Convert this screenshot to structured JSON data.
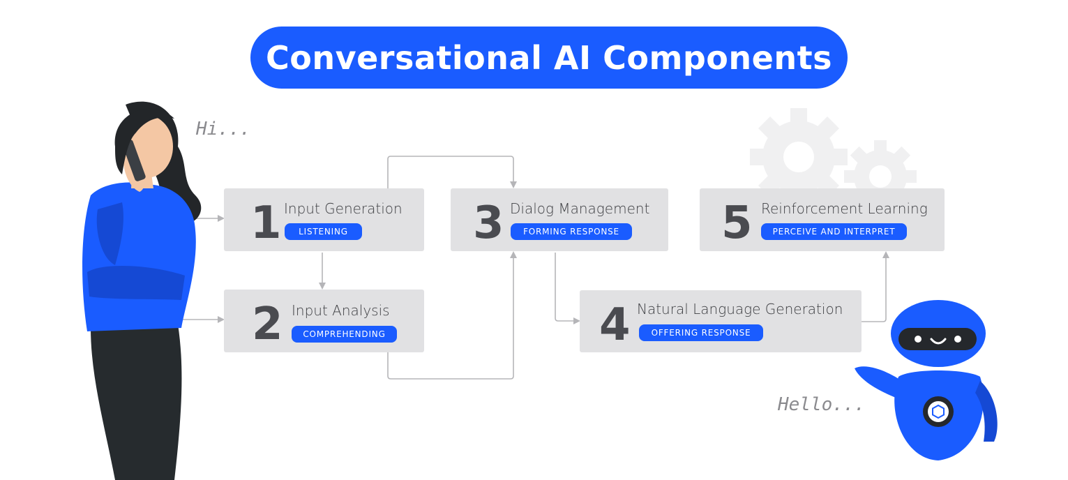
{
  "title": "Conversational AI Components",
  "speech": {
    "user": "Hi...",
    "bot": "Hello..."
  },
  "steps": [
    {
      "number": "1",
      "label": "Input Generation",
      "tag": "LISTENING"
    },
    {
      "number": "2",
      "label": "Input Analysis",
      "tag": "COMPREHENDING"
    },
    {
      "number": "3",
      "label": "Dialog Management",
      "tag": "FORMING RESPONSE"
    },
    {
      "number": "4",
      "label": "Natural Language Generation",
      "tag": "OFFERING RESPONSE"
    },
    {
      "number": "5",
      "label": "Reinforcement Learning",
      "tag": "PERCEIVE AND INTERPRET"
    }
  ],
  "colors": {
    "accent": "#1a5cff",
    "box": "#e1e1e3",
    "number": "#4a4b50",
    "connector": "#b5b5b8"
  }
}
